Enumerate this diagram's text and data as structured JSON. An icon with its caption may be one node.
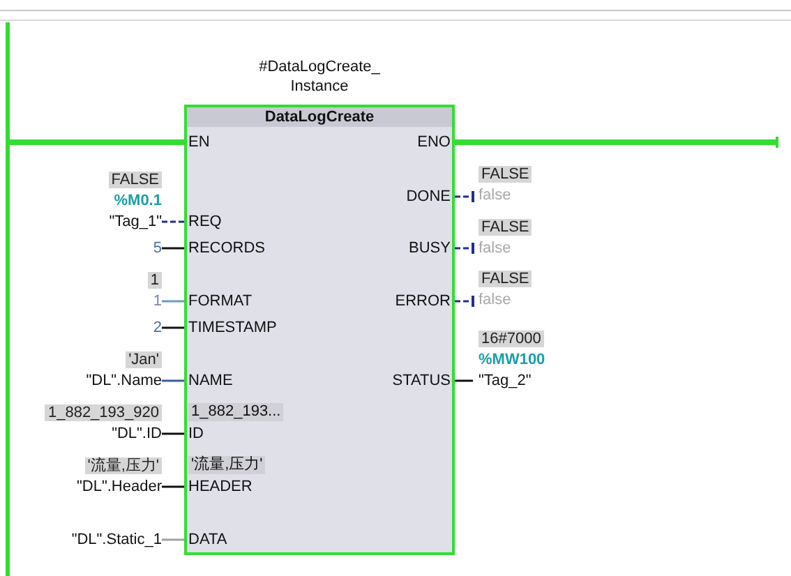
{
  "diagram": {
    "nodes": [
      {
        "text": [
          "#DataLogCreate_ Instance",
          "DataLogCreate"
        ]
      },
      {
        "text": [
          "EN"
        ],
        "in": 0
      },
      {
        "text": [
          "ENO"
        ],
        "in": 0
      },
      {
        "text": [
          "DONE"
        ],
        "in": 0
      },
      {
        "text": [
          "REQ"
        ],
        "in": 0
      },
      {
        "text": [
          "RECORDS"
        ],
        "in": 0
      },
      {
        "text": [
          "BUSY"
        ],
        "in": 0
      },
      {
        "text": [
          "FORMAT"
        ],
        "in": 0
      },
      {
        "text": [
          "ERROR"
        ],
        "in": 0
      },
      {
        "text": [
          "TIMESTAMP"
        ],
        "in": 0
      },
      {
        "text": [
          "NAME"
        ],
        "in": 0
      },
      {
        "text": [
          "STATUS"
        ],
        "in": 0
      },
      {
        "text": [
          "ID"
        ],
        "in": 0,
        "beside": [
          "1_882_193..."
        ]
      },
      {
        "text": [
          "HEADER"
        ],
        "in": 0,
        "beside": [
          "'流量,压力'"
        ]
      },
      {
        "text": [
          "DATA"
        ],
        "in": 0
      },
      {
        "text": [],
        "shape": "bar"
      },
      {
        "text": [
          "FALSE",
          "%M0.1",
          "\"Tag_1\""
        ]
      },
      {
        "text": [
          "5"
        ]
      },
      {
        "text": [
          "1",
          "1"
        ]
      },
      {
        "text": [
          "2"
        ]
      },
      {
        "text": [
          "'Jan'",
          "\"DL\".Name"
        ]
      },
      {
        "text": [
          "1_882_193_920",
          "\"DL\".ID"
        ]
      },
      {
        "text": [
          "'流量,压力'",
          "\"DL\".Header"
        ]
      },
      {
        "text": [
          "\"DL\".Static_1"
        ]
      },
      {
        "text": [
          "FALSE",
          "false"
        ]
      },
      {
        "text": [
          "FALSE",
          "false"
        ]
      },
      {
        "text": [
          "FALSE",
          "false"
        ]
      },
      {
        "text": [
          "16#7000",
          "%MW100",
          "\"Tag_2\""
        ]
      }
    ],
    "edges": [
      {
        "from": 15,
        "to": 1,
        "arrow": "none",
        "style": "thick",
        "color": "#33dd33"
      },
      {
        "from": 2,
        "to": null,
        "arrow": "other",
        "style": "thick",
        "color": "#33dd33"
      },
      {
        "from": 16,
        "to": 4,
        "arrow": "none",
        "style": "dashed",
        "color": "#1f2f8f"
      },
      {
        "from": 17,
        "to": 5,
        "arrow": "none"
      },
      {
        "from": 18,
        "to": 7,
        "arrow": "none",
        "color": "#6a9ac8"
      },
      {
        "from": 19,
        "to": 9,
        "arrow": "none"
      },
      {
        "from": 20,
        "to": 10,
        "arrow": "none",
        "color": "#3a5a9f"
      },
      {
        "from": 21,
        "to": 12,
        "arrow": "none"
      },
      {
        "from": 22,
        "to": 13,
        "arrow": "none"
      },
      {
        "from": 23,
        "to": 14,
        "arrow": "none",
        "color": "#a0a0a0"
      },
      {
        "from": 3,
        "to": 24,
        "arrow": "other",
        "style": "dashed",
        "color": "#1f2f8f"
      },
      {
        "from": 6,
        "to": 25,
        "arrow": "other",
        "style": "dashed",
        "color": "#1f2f8f"
      },
      {
        "from": 8,
        "to": 26,
        "arrow": "other",
        "style": "dashed",
        "color": "#1f2f8f"
      },
      {
        "from": 11,
        "to": 27,
        "arrow": "none"
      }
    ]
  }
}
